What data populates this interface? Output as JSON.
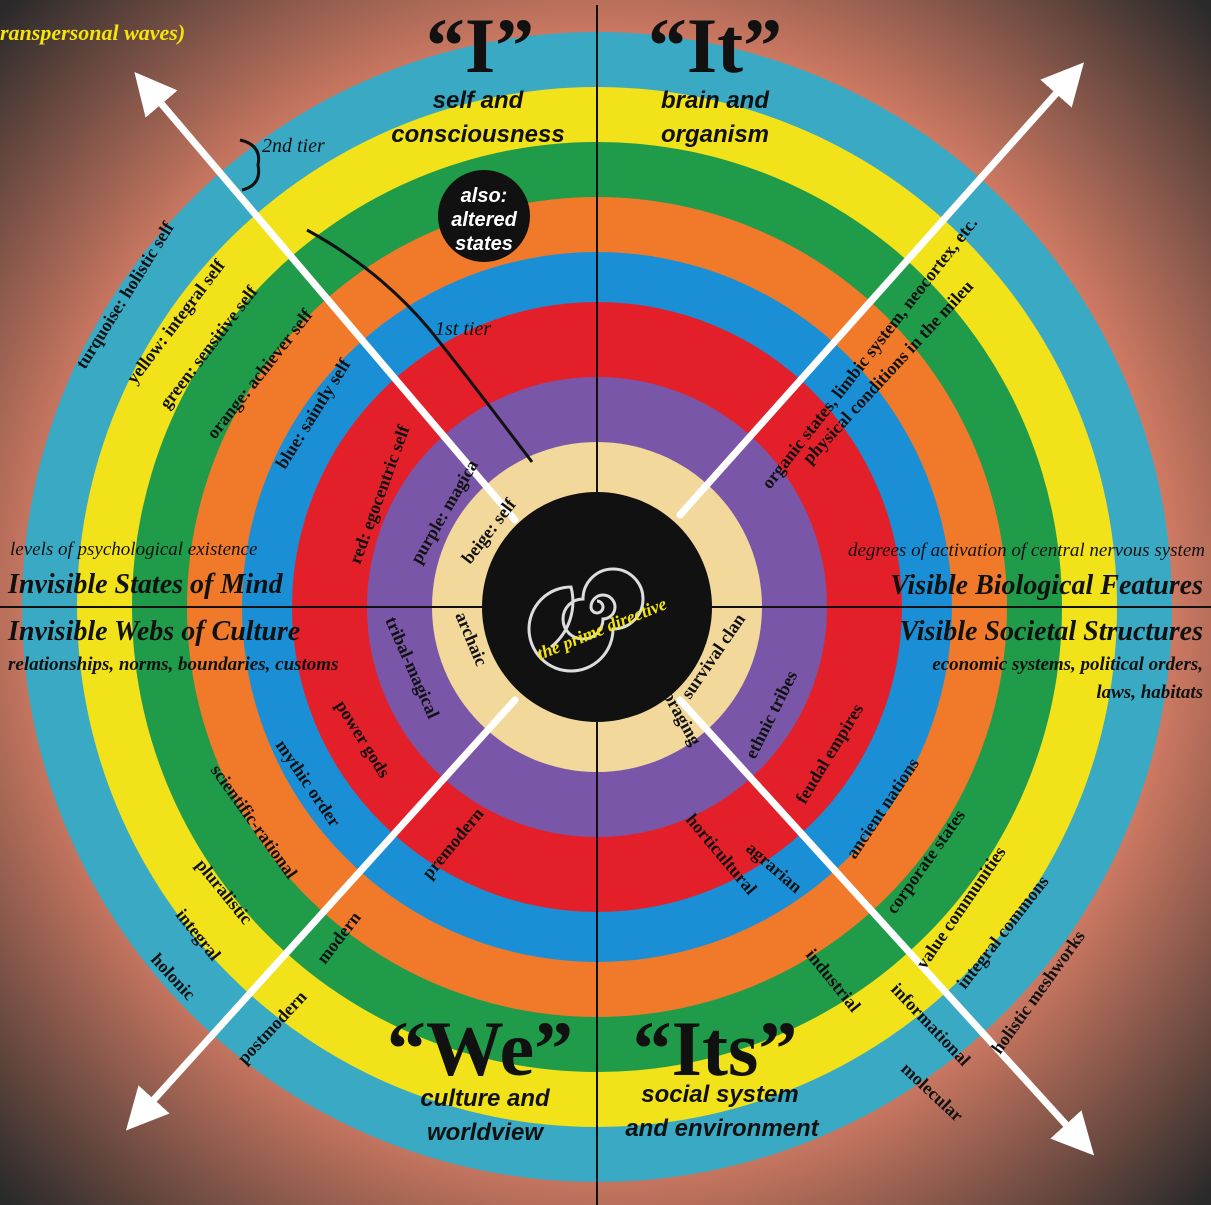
{
  "top_left_caption": "ranspersonal waves)",
  "quadrants": {
    "upper_left": {
      "pronoun": "“I”",
      "subtitle_1": "self and",
      "subtitle_2": "consciousness",
      "heading": "Invisible States of Mind",
      "caption": "levels of psychological existence"
    },
    "upper_right": {
      "pronoun": "“It”",
      "subtitle_1": "brain and",
      "subtitle_2": "organism",
      "heading": "Visible Biological Features",
      "caption": "degrees of activation of central nervous system"
    },
    "lower_left": {
      "pronoun": "“We”",
      "subtitle_1": "culture and",
      "subtitle_2": "worldview",
      "heading": "Invisible Webs of Culture",
      "caption": "relationships, norms, boundaries, customs"
    },
    "lower_right": {
      "pronoun": "“Its”",
      "subtitle_1": "social system",
      "subtitle_2": "and environment",
      "heading": "Visible Societal Structures",
      "caption_1": "economic systems, political orders,",
      "caption_2": "laws, habitats"
    }
  },
  "also_badge": {
    "line1": "also:",
    "line2": "altered",
    "line3": "states"
  },
  "tiers": {
    "second": "2nd tier",
    "first": "1st tier"
  },
  "center_label": "the prime directive",
  "self_levels": [
    "beige: self",
    "purple: magical self",
    "red: egocentric self",
    "blue: saintly self",
    "orange: achiever self",
    "green: sensitive self",
    "yellow: integral self",
    "turquoise: holistic self"
  ],
  "culture_levels": [
    "archaic",
    "tribal-magical",
    "power gods",
    "mythic order",
    "scientific-rational",
    "pluralistic",
    "integral",
    "holonic"
  ],
  "culture_eras": [
    "premodern",
    "modern",
    "postmodern"
  ],
  "society_levels": [
    "survival clans",
    "ethnic tribes",
    "feudal empires",
    "ancient nations",
    "corporate states",
    "value communities",
    "integral commons",
    "holistic meshworks"
  ],
  "society_eras": [
    "foraging",
    "horticultural",
    "agrarian",
    "industrial",
    "informational",
    "molecular"
  ],
  "organic_line_1": "organic states, limbic system, neocortex, etc.",
  "organic_line_2": "physical conditions in the mileu",
  "colors": {
    "background": "#f08a6e",
    "turquoise": "#3aa9c4",
    "yellow": "#f2e21a",
    "green": "#1f9b4a",
    "orange": "#f07a2a",
    "blue": "#1a8fd6",
    "red": "#e3202a",
    "purple": "#7a56a8",
    "beige": "#f3d89b",
    "core": "#111111",
    "gold_text": "#f4e40c"
  }
}
